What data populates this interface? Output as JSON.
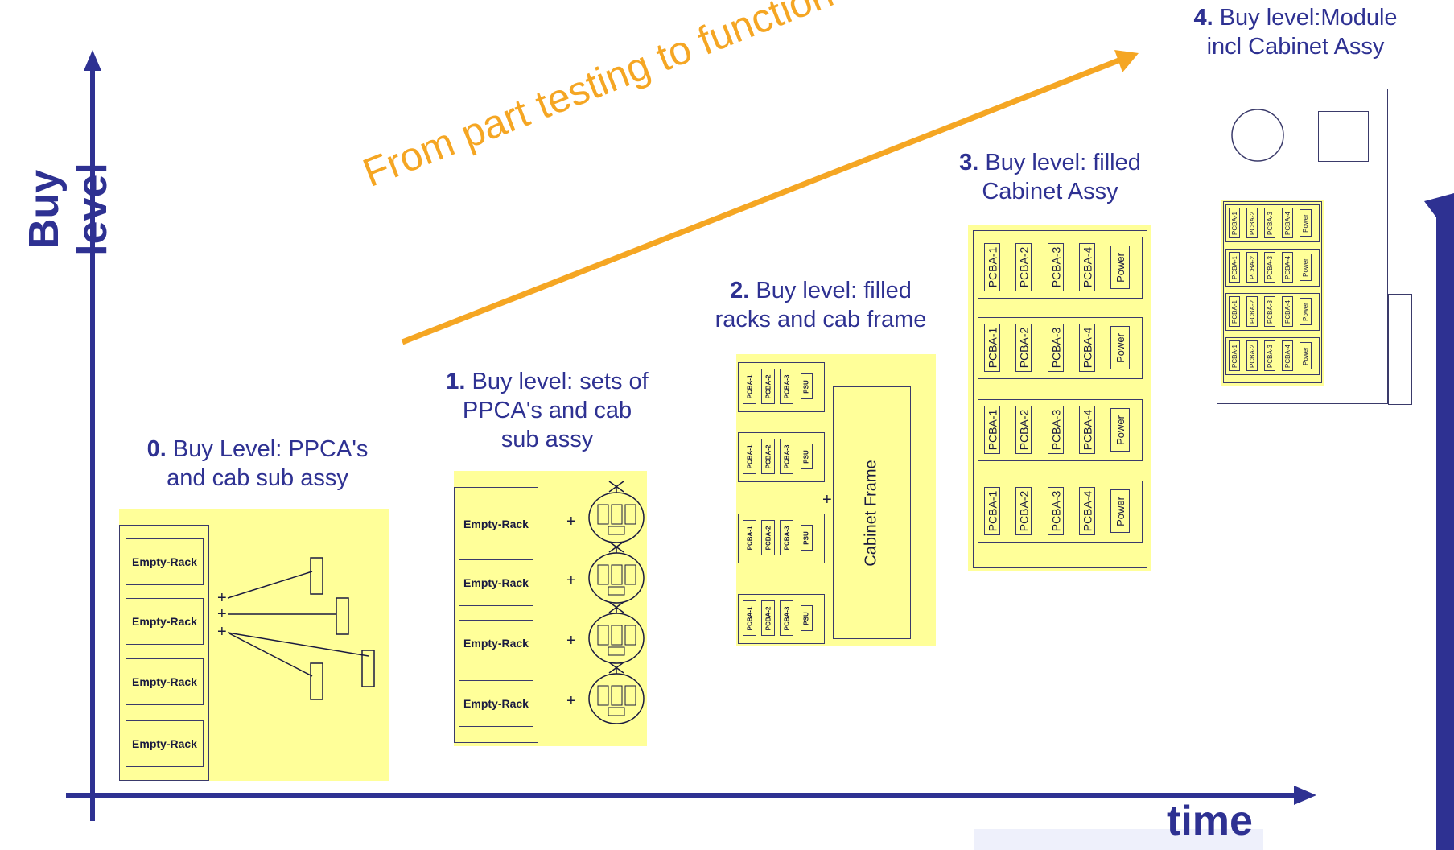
{
  "axes": {
    "y_label": "Buy level",
    "x_label": "time"
  },
  "arrow_label": "From part testing to function testing",
  "stages": [
    {
      "num": "0.",
      "line1": "Buy Level: PPCA's",
      "line2": "and cab sub assy"
    },
    {
      "num": "1.",
      "line1": "Buy level: sets of",
      "line2": "PPCA's and cab",
      "line3": "sub assy"
    },
    {
      "num": "2.",
      "line1": " Buy level: filled",
      "line2": "racks and cab frame"
    },
    {
      "num": "3.",
      "line1": "Buy level: filled",
      "line2": "Cabinet Assy"
    },
    {
      "num": "4.",
      "line1": "Buy level:Module",
      "line2": "incl Cabinet Assy"
    }
  ],
  "labels": {
    "empty_rack": "Empty-Rack",
    "plus": "+",
    "psu": "PSU",
    "cabinet_frame": "Cabinet Frame",
    "pcba1": "PCBA-1",
    "pcba2": "PCBA-2",
    "pcba3": "PCBA-3",
    "pcba4": "PCBA-4",
    "power": "Power"
  },
  "colors": {
    "navy": "#2e3192",
    "yellow": "#ffff99",
    "orange": "#f5a623"
  }
}
